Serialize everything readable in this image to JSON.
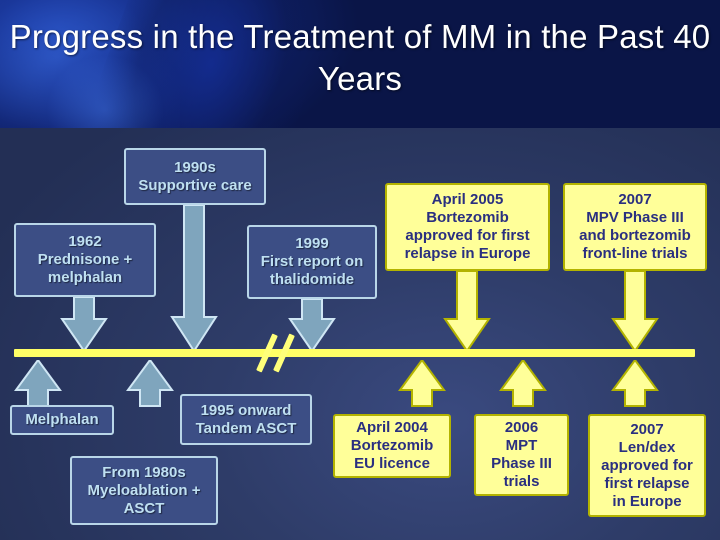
{
  "slide": {
    "title": "Progress in the Treatment of\nMM in the Past 40 Years",
    "colors": {
      "title_band": "#0e1f63",
      "background": "#2e3c68",
      "timeline": "#ffff66",
      "blue_box_fill": "#3c4e85",
      "blue_box_border": "#b9d6e8",
      "blue_box_text": "#bfe0f2",
      "yellow_box_fill": "#ffff99",
      "yellow_box_border": "#b3b300",
      "yellow_box_text": "#2a2f80"
    }
  },
  "timeline": {
    "above": [
      {
        "id": "supportive-care",
        "style": "blue",
        "text": "1990s\nSupportive care",
        "arrow": "down-blue"
      },
      {
        "id": "prednisone-melphalan",
        "style": "blue",
        "text": "1962\nPrednisone +\nmelphalan",
        "arrow": "down-blue"
      },
      {
        "id": "thalidomide-first-report",
        "style": "blue",
        "text": "1999\nFirst report on\nthalidomide",
        "arrow": "down-blue"
      },
      {
        "id": "bortezomib-eu-relapse",
        "style": "yellow",
        "text": "April 2005\nBortezomib\napproved for first\nrelapse in Europe",
        "arrow": "down-yellow"
      },
      {
        "id": "mpv-phase-iii",
        "style": "yellow",
        "text": "2007\nMPV Phase III\nand bortezomib\nfront-line trials",
        "arrow": "down-yellow"
      }
    ],
    "below": [
      {
        "id": "melphalan",
        "style": "blue",
        "text": "Melphalan",
        "arrow": "up-blue"
      },
      {
        "id": "tandem-asct",
        "style": "blue",
        "text": "1995 onward\nTandem ASCT",
        "arrow": "up-blue"
      },
      {
        "id": "myeloablation-asct",
        "style": "blue",
        "text": "From 1980s\nMyeloablation +\nASCT",
        "arrow": "up-blue"
      },
      {
        "id": "bortezomib-eu-licence",
        "style": "yellow",
        "text": "April 2004\nBortezomib\nEU licence",
        "arrow": "up-yellow"
      },
      {
        "id": "mpt-phase-iii",
        "style": "yellow",
        "text": "2006\nMPT\nPhase III\ntrials",
        "arrow": "up-yellow"
      },
      {
        "id": "len-dex-relapse",
        "style": "yellow",
        "text": "2007\nLen/dex\napproved for\nfirst relapse\nin Europe",
        "arrow": "up-yellow"
      }
    ]
  }
}
